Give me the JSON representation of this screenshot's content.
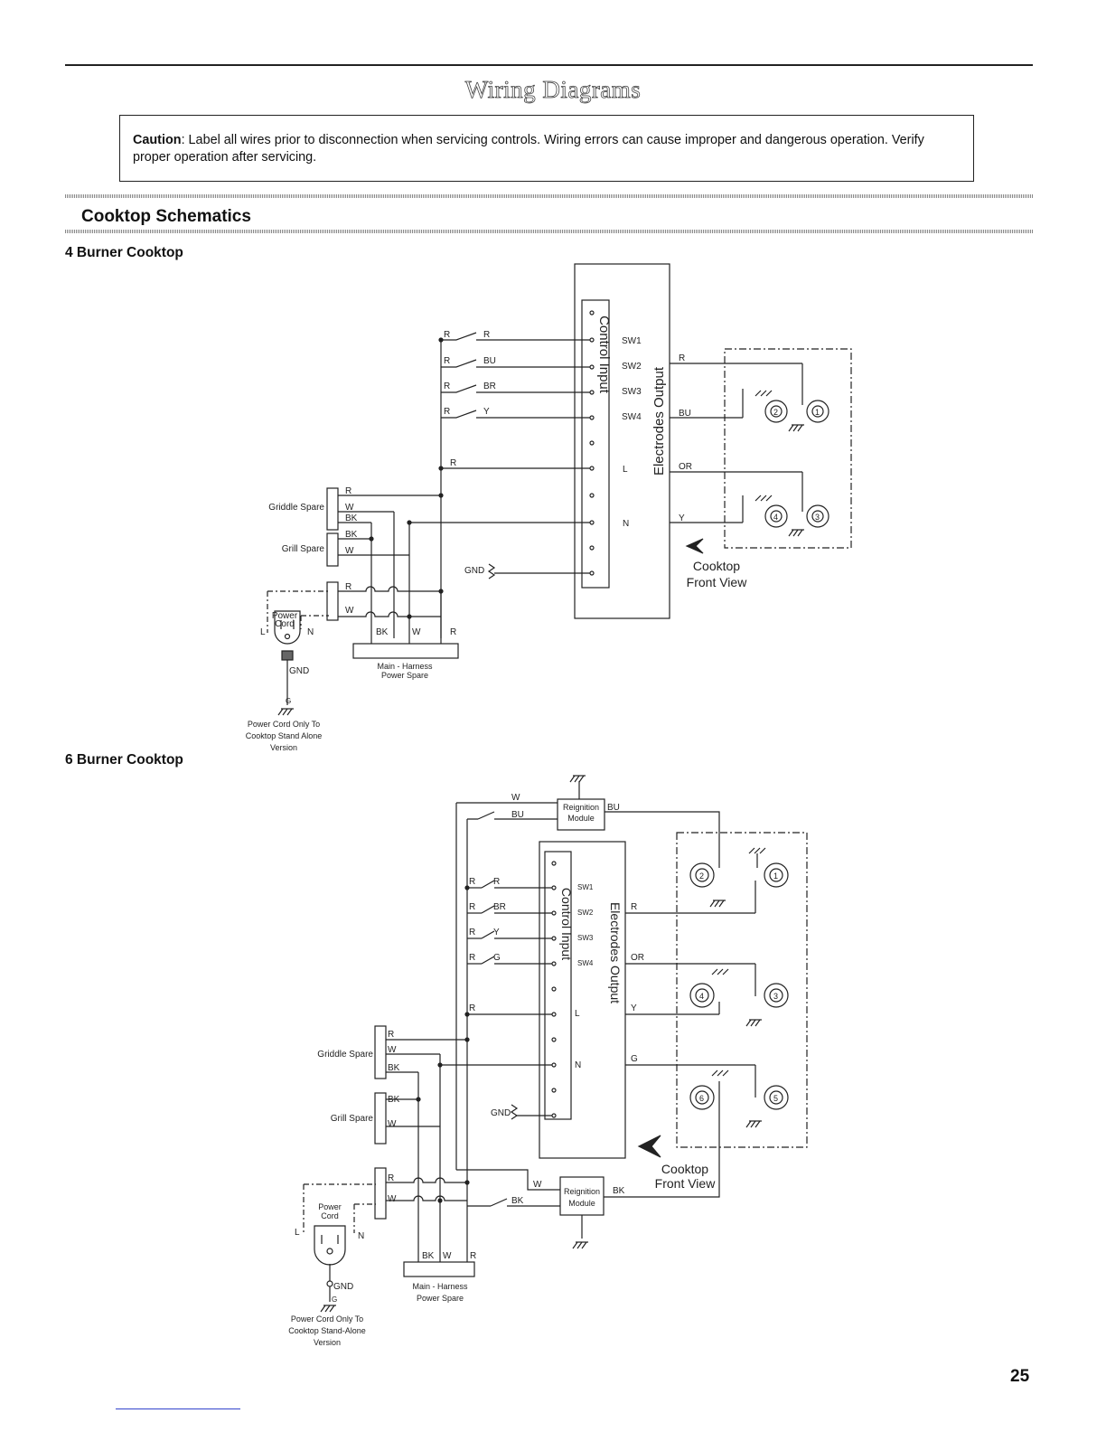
{
  "page": {
    "title": "Wiring Diagrams",
    "caution_label": "Caution",
    "caution_text": ": Label all wires prior to disconnection when servicing controls. Wiring errors can cause improper and dangerous operation. Verify proper operation after servicing.",
    "section_title": "Cooktop Schematics",
    "page_number": "25"
  },
  "d4": {
    "title": "4 Burner Cooktop",
    "control_input": "Control Input",
    "electrodes_output": "Electrodes Output",
    "sw": [
      "SW1",
      "SW2",
      "SW3",
      "SW4"
    ],
    "l": "L",
    "n": "N",
    "gnd": "GND",
    "switch_in": [
      "R",
      "R",
      "R",
      "R"
    ],
    "switch_out": [
      "R",
      "BU",
      "BR",
      "Y"
    ],
    "r_feed": "R",
    "out_wires": [
      "R",
      "BU",
      "OR",
      "Y"
    ],
    "burners": [
      "1",
      "2",
      "3",
      "4"
    ],
    "griddle_spare": "Griddle Spare",
    "griddle_wires": [
      "R",
      "W",
      "BK"
    ],
    "grill_spare": "Grill Spare",
    "grill_wires": [
      "BK",
      "W"
    ],
    "pc_wires": [
      "R",
      "W"
    ],
    "power_cord": [
      "Power",
      "Cord"
    ],
    "pc_l": "L",
    "pc_n": "N",
    "pc_gnd": "GND",
    "g": "G",
    "harness_wires": [
      "BK",
      "W",
      "R"
    ],
    "harness": [
      "Main - Harness",
      "Power Spare"
    ],
    "pc_note": [
      "Power Cord Only To",
      "Cooktop Stand Alone",
      "Version"
    ],
    "front_view": [
      "Cooktop",
      "Front View"
    ]
  },
  "d6": {
    "title": "6 Burner Cooktop",
    "control_input": "Control Input",
    "electrodes_output": "Electrodes Output",
    "sw": [
      "SW1",
      "SW2",
      "SW3",
      "SW4"
    ],
    "l": "L",
    "n": "N",
    "gnd": "GND",
    "switch_in": [
      "R",
      "R",
      "R",
      "R"
    ],
    "switch_out": [
      "R",
      "BR",
      "Y",
      "G"
    ],
    "r_feed": "R",
    "out_wires": [
      "R",
      "OR",
      "Y",
      "G"
    ],
    "reignition": [
      "Reignition",
      "Module"
    ],
    "top_module_wires": [
      "W",
      "BU",
      "BU"
    ],
    "bottom_module_wires": [
      "W",
      "BK",
      "BK"
    ],
    "burners": [
      "1",
      "2",
      "3",
      "4",
      "5",
      "6"
    ],
    "griddle_spare": "Griddle Spare",
    "griddle_wires": [
      "R",
      "W",
      "BK"
    ],
    "grill_spare": "Grill Spare",
    "grill_wires": [
      "BK",
      "W"
    ],
    "pc_wires": [
      "R",
      "W"
    ],
    "power_cord": [
      "Power",
      "Cord"
    ],
    "pc_l": "L",
    "pc_n": "N",
    "pc_gnd": "GND",
    "g": "G",
    "harness_wires": [
      "BK",
      "W",
      "R"
    ],
    "harness": [
      "Main - Harness",
      "Power Spare"
    ],
    "pc_note": [
      "Power Cord Only To",
      "Cooktop Stand-Alone",
      "Version"
    ],
    "front_view": [
      "Cooktop",
      "Front View"
    ]
  }
}
